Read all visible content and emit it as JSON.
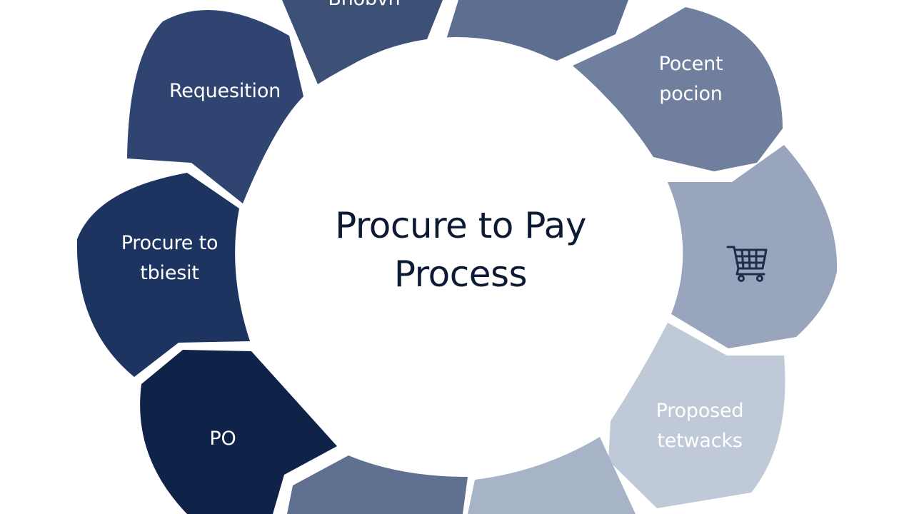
{
  "center": {
    "line1": "Procure to Pay",
    "line2": "Process"
  },
  "segments": [
    {
      "id": "top-left",
      "lines": [
        "Bhobvh"
      ]
    },
    {
      "id": "top-right",
      "lines": []
    },
    {
      "id": "requisition",
      "lines": [
        "Requesition"
      ]
    },
    {
      "id": "procurement",
      "lines": [
        "Pocent",
        "pocion"
      ]
    },
    {
      "id": "procure-left",
      "lines": [
        "Procure to",
        "tbiesit"
      ]
    },
    {
      "id": "cart",
      "lines": [],
      "icon": "shopping-cart-icon"
    },
    {
      "id": "po",
      "lines": [
        "PO"
      ]
    },
    {
      "id": "proposed",
      "lines": [
        "Proposed",
        "tetwacks"
      ]
    },
    {
      "id": "bottom-left",
      "lines": []
    },
    {
      "id": "bottom-right",
      "lines": []
    }
  ],
  "colors": {
    "background": "#ffffff",
    "center_fill": "#ffffff",
    "center_text": "#0d1a33",
    "segment_text": "#ffffff",
    "icon": "#1f2d4a",
    "top-left": "#3d5076",
    "top-right": "#5d6f90",
    "requisition": "#2f4470",
    "procurement": "#6f7f9d",
    "procure-left": "#1d3461",
    "cart": "#98a5bc",
    "po": "#0f2248",
    "proposed": "#c0c9d8",
    "bottom-left": "#607090",
    "bottom-right": "#a7b3c6"
  }
}
